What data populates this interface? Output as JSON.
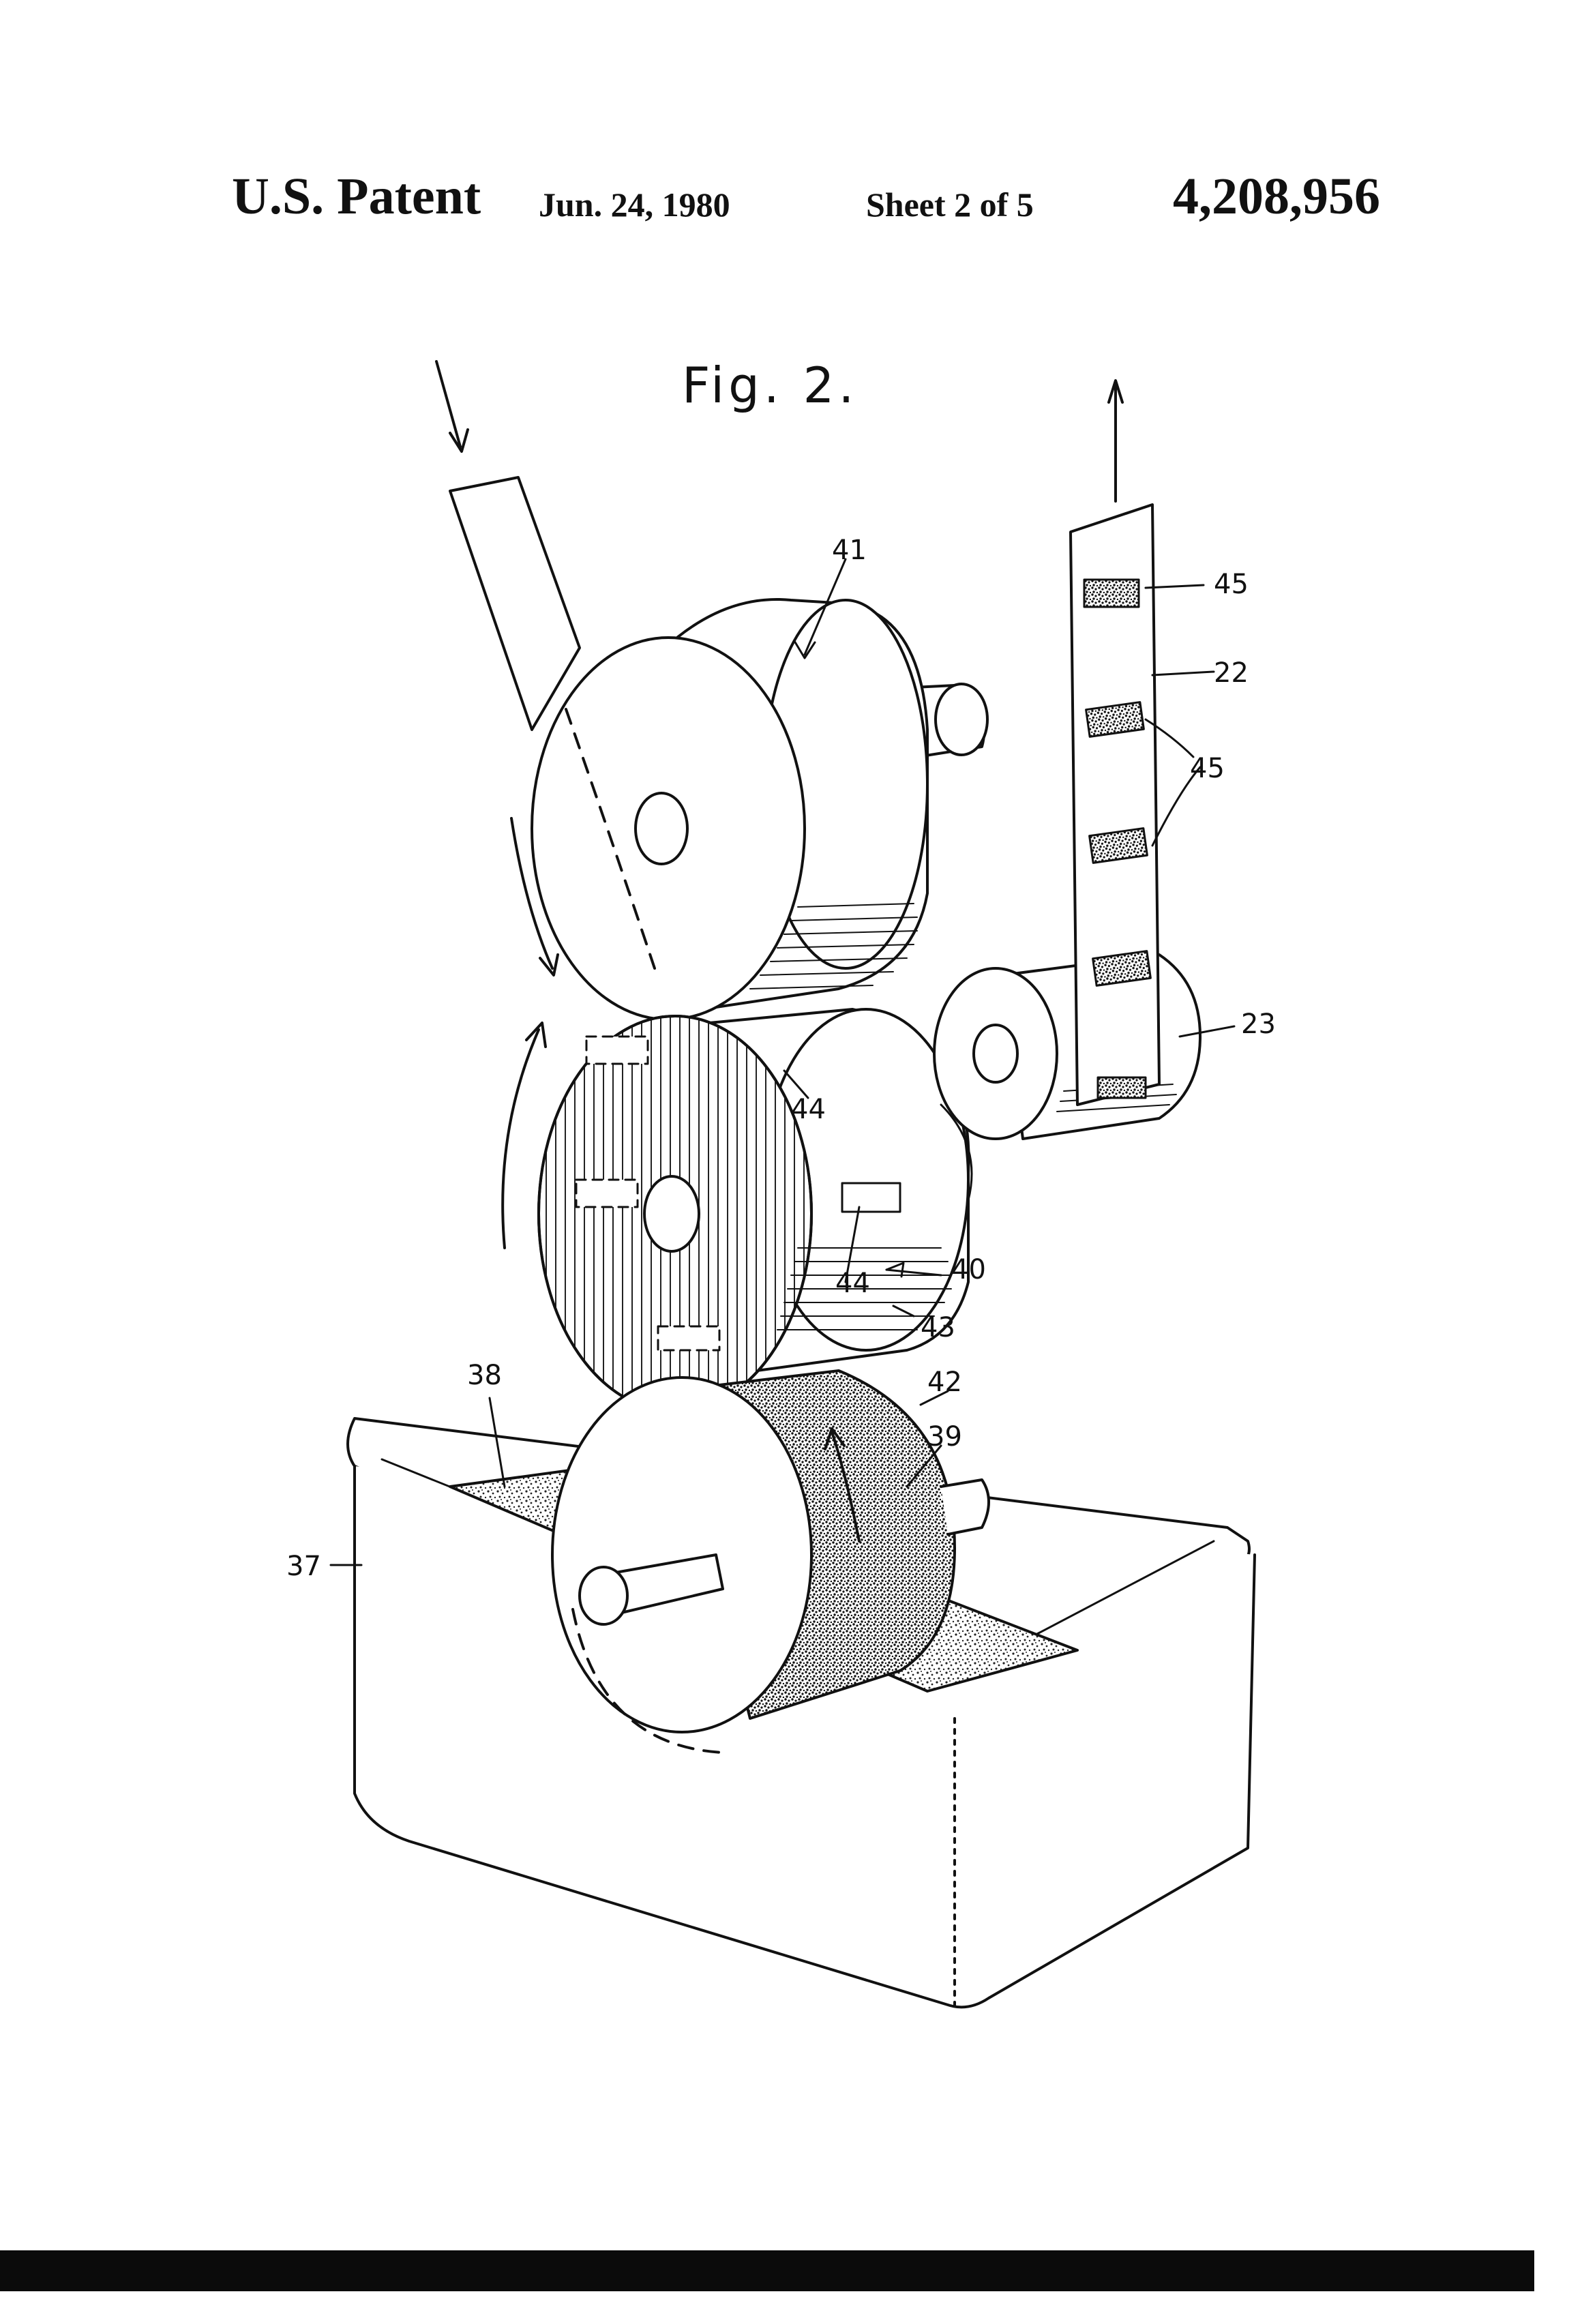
{
  "header": {
    "title": "U.S. Patent",
    "date": "Jun. 24, 1980",
    "sheet": "Sheet 2 of 5",
    "patent_number": "4,208,956"
  },
  "figure": {
    "label": "Fig. 2.",
    "references": {
      "r41": "41",
      "r45a": "45",
      "r22": "22",
      "r45b": "45",
      "r23": "23",
      "r44a": "44",
      "r44b": "44",
      "r40": "40",
      "r43": "43",
      "r42": "42",
      "r38": "38",
      "r39": "39",
      "r37": "37"
    }
  }
}
